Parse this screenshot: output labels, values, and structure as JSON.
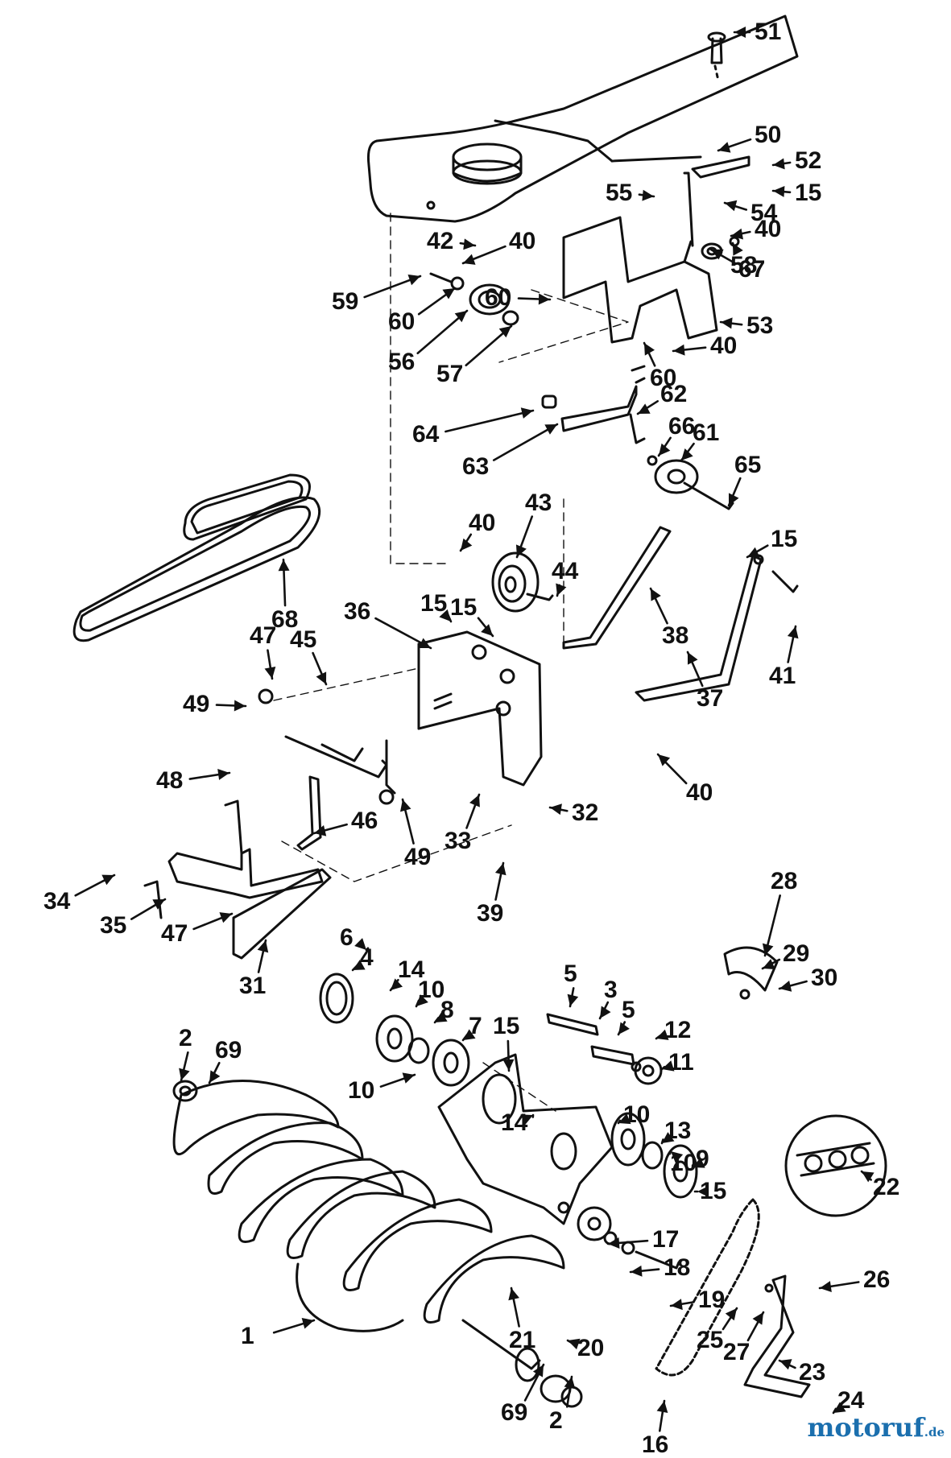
{
  "diagram": {
    "callouts": [
      "51",
      "50",
      "52",
      "15",
      "55",
      "54",
      "40",
      "42",
      "40",
      "60",
      "58",
      "59",
      "60",
      "67",
      "56",
      "57",
      "53",
      "40",
      "60",
      "62",
      "64",
      "63",
      "66",
      "61",
      "65",
      "68",
      "40",
      "43",
      "44",
      "15",
      "38",
      "15",
      "41",
      "36",
      "15",
      "47",
      "45",
      "37",
      "49",
      "48",
      "40",
      "32",
      "46",
      "33",
      "49",
      "39",
      "34",
      "35",
      "47",
      "31",
      "28",
      "29",
      "30",
      "6",
      "4",
      "14",
      "10",
      "8",
      "7",
      "5",
      "3",
      "5",
      "12",
      "15",
      "11",
      "2",
      "69",
      "10",
      "14",
      "10",
      "13",
      "10",
      "9",
      "15",
      "17",
      "22",
      "18",
      "19",
      "21",
      "20",
      "26",
      "1",
      "25",
      "27",
      "23",
      "69",
      "2",
      "16",
      "24"
    ]
  },
  "watermark": {
    "brand": "motoruf",
    "tld": ".de"
  }
}
